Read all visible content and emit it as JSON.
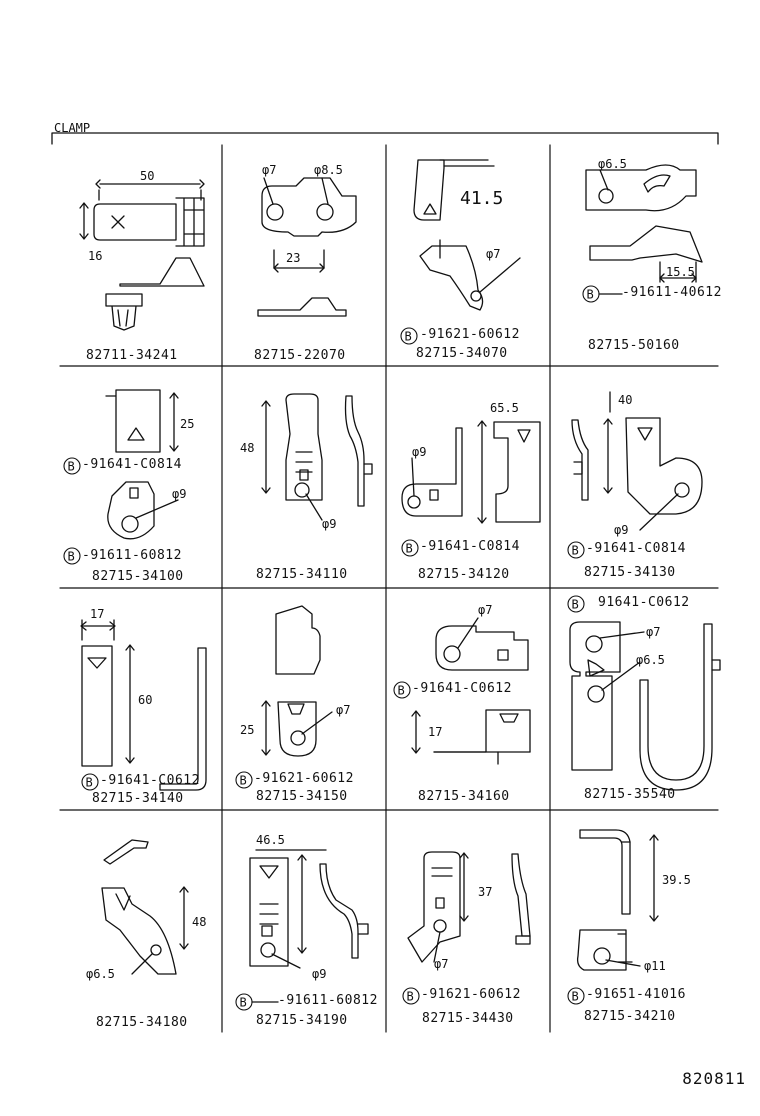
{
  "header": {
    "title": "CLAMP"
  },
  "footer": {
    "drawing_number": "820811"
  },
  "bolt_symbol": "B",
  "cells": [
    {
      "parts": [
        "82711-34241"
      ],
      "dims": [
        "50",
        "16"
      ]
    },
    {
      "parts": [
        "82715-22070"
      ],
      "dims": [
        "φ7",
        "φ8.5",
        "23"
      ]
    },
    {
      "parts": [
        "-91621-60612",
        "82715-34070"
      ],
      "dims": [
        "41.5",
        "φ7"
      ]
    },
    {
      "parts": [
        "-91611-40612",
        "82715-50160"
      ],
      "dims": [
        "φ6.5",
        "15.5"
      ]
    },
    {
      "parts": [
        "-91641-C0814",
        "-91611-60812",
        "82715-34100"
      ],
      "dims": [
        "25",
        "φ9"
      ]
    },
    {
      "parts": [
        "82715-34110"
      ],
      "dims": [
        "48",
        "φ9"
      ]
    },
    {
      "parts": [
        "-91641-C0814",
        "82715-34120"
      ],
      "dims": [
        "65.5",
        "φ9"
      ]
    },
    {
      "parts": [
        "-91641-C0814",
        "82715-34130"
      ],
      "dims": [
        "40",
        "φ9"
      ]
    },
    {
      "parts": [
        "-91641-C0612",
        "82715-34140"
      ],
      "dims": [
        "17",
        "60"
      ]
    },
    {
      "parts": [
        "-91621-60612",
        "82715-34150"
      ],
      "dims": [
        "25",
        "φ7"
      ]
    },
    {
      "parts": [
        "-91641-C0612",
        "82715-34160"
      ],
      "dims": [
        "φ7",
        "17"
      ]
    },
    {
      "parts": [
        "91641-C0612",
        "82715-35540"
      ],
      "dims": [
        "φ7",
        "φ6.5"
      ]
    },
    {
      "parts": [
        "82715-34180"
      ],
      "dims": [
        "48",
        "φ6.5"
      ]
    },
    {
      "parts": [
        "-91611-60812",
        "82715-34190"
      ],
      "dims": [
        "46.5",
        "φ9"
      ]
    },
    {
      "parts": [
        "-91621-60612",
        "82715-34430"
      ],
      "dims": [
        "37",
        "φ7"
      ]
    },
    {
      "parts": [
        "-91651-41016",
        "82715-34210"
      ],
      "dims": [
        "39.5",
        "φ11"
      ]
    }
  ]
}
